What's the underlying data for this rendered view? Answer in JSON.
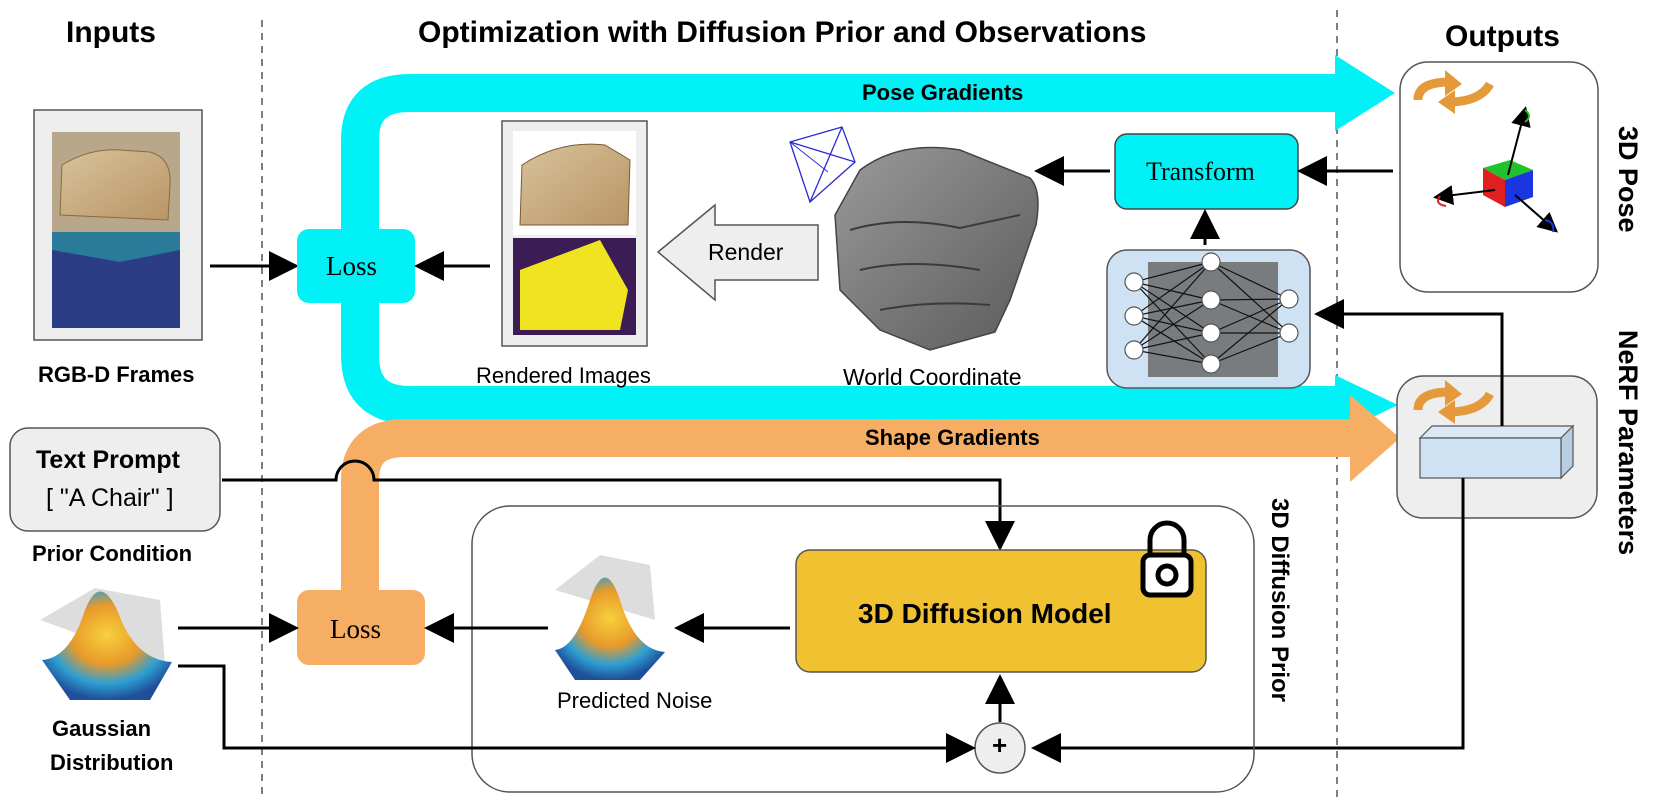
{
  "headers": {
    "inputs": "Inputs",
    "optimization": "Optimization with Diffusion Prior and Observations",
    "outputs": "Outputs"
  },
  "inputs": {
    "rgbd_label": "RGB-D Frames",
    "text_prompt_title": "Text Prompt",
    "text_prompt_value": "[ \"A Chair\" ]",
    "prior_condition_label": "Prior Condition",
    "gaussian_label_line1": "Gaussian",
    "gaussian_label_line2": "Distribution"
  },
  "middle": {
    "pose_gradients": "Pose Gradients",
    "shape_gradients": "Shape Gradients",
    "loss_top": "Loss",
    "loss_bottom": "Loss",
    "render": "Render",
    "rendered_images": "Rendered Images",
    "world_coordinate": "World Coordinate",
    "transform": "Transform",
    "diffusion_model": "3D Diffusion Model",
    "predicted_noise": "Predicted Noise",
    "diffusion_prior_label": "3D Diffusion Prior",
    "plus_symbol": "+"
  },
  "outputs": {
    "pose_label": "3D Pose",
    "nerf_label": "NeRF Parameters"
  },
  "colors": {
    "pose_gradient": "#00f2f6",
    "shape_gradient": "#f5ae63",
    "diffusion_model": "#f0c232",
    "box_gray": "#eeeeee",
    "nerf_box": "#cfe2f3"
  }
}
